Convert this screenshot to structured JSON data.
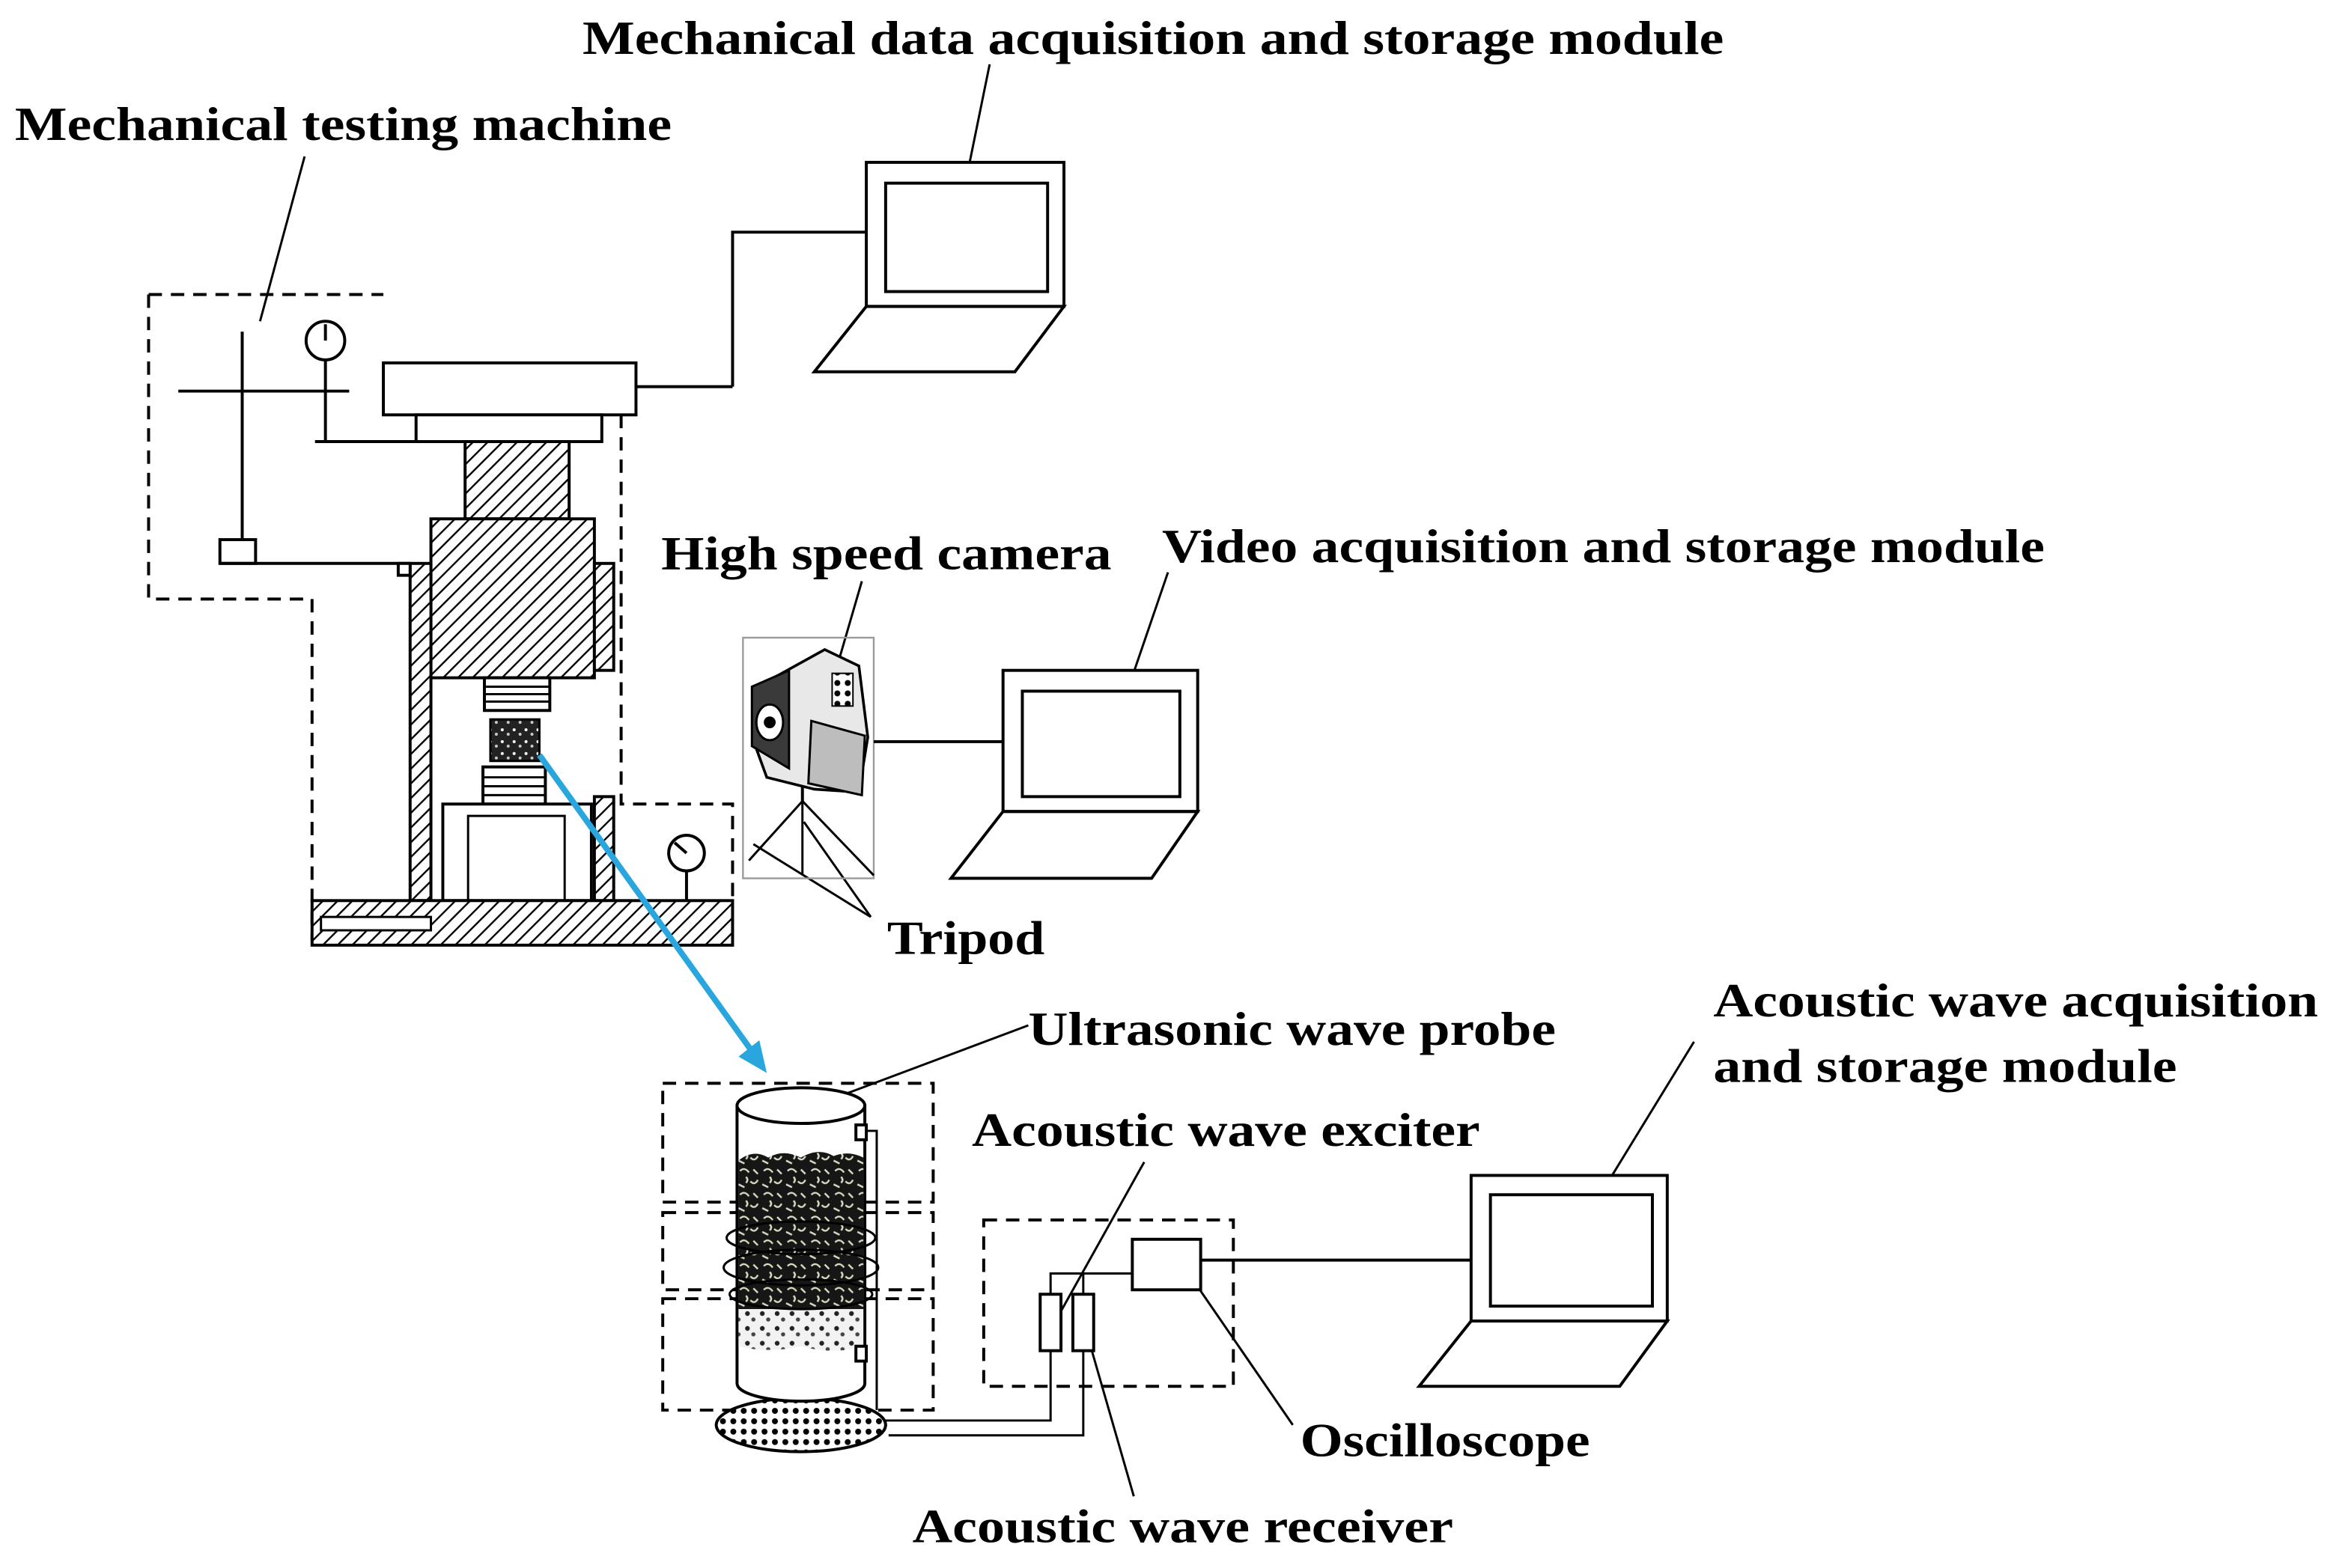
{
  "labels": {
    "mech_daq": "Mechanical data acquisition and storage module",
    "testing_machine": "Mechanical testing machine",
    "camera": "High speed camera",
    "video_daq": "Video acquisition and storage module",
    "tripod": "Tripod",
    "probe": "Ultrasonic wave probe",
    "acoustic_daq_line1": "Acoustic wave acquisition",
    "acoustic_daq_line2": "and storage module",
    "exciter": "Acoustic wave exciter",
    "oscilloscope": "Oscilloscope",
    "receiver": "Acoustic wave receiver"
  },
  "colors": {
    "arrow": "#29a6de"
  }
}
